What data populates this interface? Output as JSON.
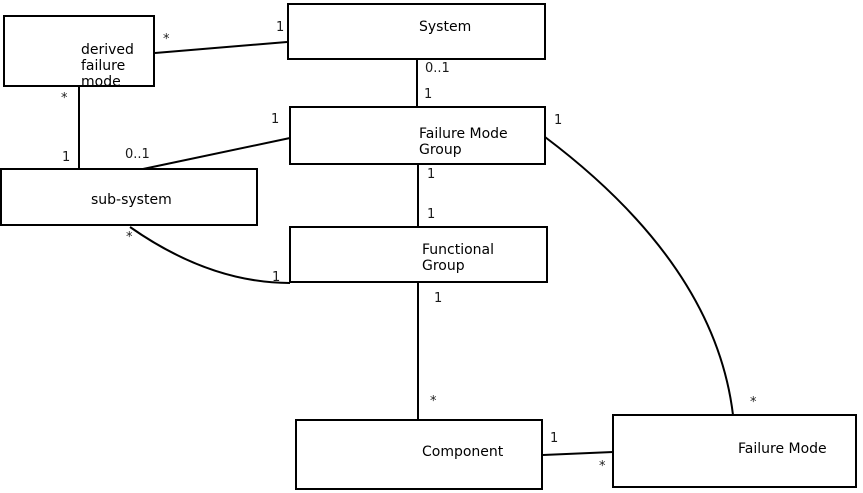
{
  "diagram": {
    "kind": "uml-class-diagram",
    "background_color": "#ffffff",
    "line_color": "#000000",
    "text_color": "#000000",
    "boxes": [
      {
        "id": "derived-failure-mode",
        "label": "derived\nfailure\nmode"
      },
      {
        "id": "system",
        "label": "System"
      },
      {
        "id": "failure-mode-group",
        "label": "Failure Mode\nGroup"
      },
      {
        "id": "sub-system",
        "label": "sub-system"
      },
      {
        "id": "functional-group",
        "label": "Functional\nGroup"
      },
      {
        "id": "component",
        "label": "Component"
      },
      {
        "id": "failure-mode",
        "label": "Failure Mode"
      }
    ],
    "relations": [
      {
        "from": "derived failure mode",
        "to": "System",
        "from_mult": "*",
        "to_mult": "1"
      },
      {
        "from": "derived failure mode",
        "to": "sub-system",
        "from_mult": "*",
        "to_mult": "1"
      },
      {
        "from": "System",
        "to": "Failure Mode Group",
        "from_mult": "0..1",
        "to_mult": "1"
      },
      {
        "from": "sub-system",
        "to": "Failure Mode Group",
        "from_mult": "0..1",
        "to_mult": "1"
      },
      {
        "from": "Failure Mode Group",
        "to": "Functional Group",
        "from_mult": "1",
        "to_mult": "1"
      },
      {
        "from": "sub-system",
        "to": "Functional Group",
        "from_mult": "*",
        "to_mult": "1"
      },
      {
        "from": "Functional Group",
        "to": "Component",
        "from_mult": "1",
        "to_mult": "*"
      },
      {
        "from": "Component",
        "to": "Failure Mode",
        "from_mult": "1",
        "to_mult": "*"
      },
      {
        "from": "Failure Mode Group",
        "to": "Failure Mode",
        "from_mult": "1",
        "to_mult": "*"
      }
    ]
  }
}
